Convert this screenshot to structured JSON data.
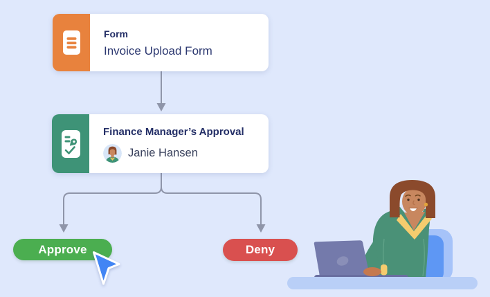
{
  "flow": {
    "step_form": {
      "type_label": "Form",
      "title": "Invoice Upload Form"
    },
    "step_approval": {
      "title": "Finance Manager’s Approval",
      "assignee": "Janie Hansen"
    },
    "decision_approve": {
      "label": "Approve"
    },
    "decision_deny": {
      "label": "Deny"
    }
  },
  "icons": {
    "step_form": "document-lines-icon",
    "step_approval": "signature-pen-icon",
    "assignee_avatar": "janie-hansen-avatar",
    "cursor": "cursor-pointer-icon"
  },
  "colors": {
    "background": "#DFE8FC",
    "card_bg": "#FFFFFF",
    "form_icon_bg": "#E8823D",
    "approval_icon_bg": "#3E9377",
    "approve_button_bg": "#4BAE50",
    "deny_button_bg": "#D9504F",
    "connector": "#8F95A9",
    "cursor_fill": "#4285F4",
    "title_text": "#232E66",
    "body_text": "#39415C"
  },
  "illustration": {
    "name": "woman-working-on-laptop-at-desk"
  }
}
